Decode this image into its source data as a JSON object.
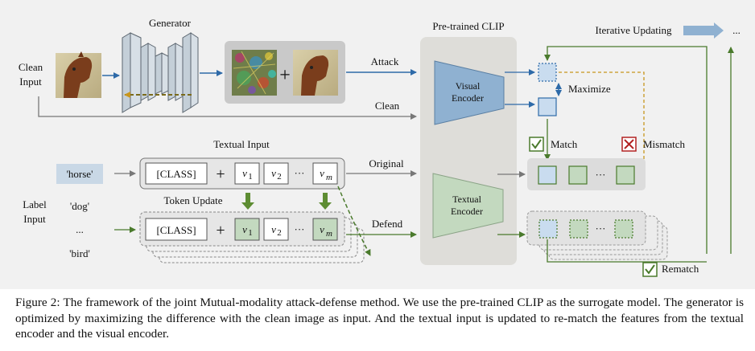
{
  "labels": {
    "generator": "Generator",
    "pretrained_clip": "Pre-trained CLIP",
    "iterative_updating": "Iterative Updating",
    "ellipsis": "...",
    "clean_input": [
      "Clean",
      "Input"
    ],
    "attack": "Attack",
    "clean": "Clean",
    "visual_encoder": [
      "Visual",
      "Encoder"
    ],
    "textual_encoder": [
      "Textual",
      "Encoder"
    ],
    "maximize": "Maximize",
    "match": "Match",
    "mismatch": "Mismatch",
    "textual_input": "Textual Input",
    "original": "Original",
    "defend": "Defend",
    "token_update": "Token Update",
    "rematch": "Rematch",
    "label_input": [
      "Label",
      "Input"
    ],
    "class_token": "[CLASS]",
    "plus": "+",
    "dots": "···",
    "tokens": [
      "v",
      "v",
      "v"
    ],
    "token_subs": [
      "1",
      "2",
      "m"
    ],
    "label_words": [
      "'horse'",
      "'dog'",
      "...",
      "'bird'"
    ]
  },
  "colors": {
    "blue_arrow": "#2e6aa8",
    "green_arrow": "#4a7a2c",
    "orange_dashed": "#c8961e",
    "mismatch_red": "#b22222",
    "encoder_blue": "#8fb1d1",
    "encoder_green": "#c3d9bf"
  },
  "caption": "Figure 2: The framework of the joint Mutual-modality attack-defense method. We use the pre-trained CLIP as the surrogate model. The generator is optimized by maximizing the difference with the clean image as input. And the textual input is updated to re-match the features from the textual encoder and the visual encoder."
}
